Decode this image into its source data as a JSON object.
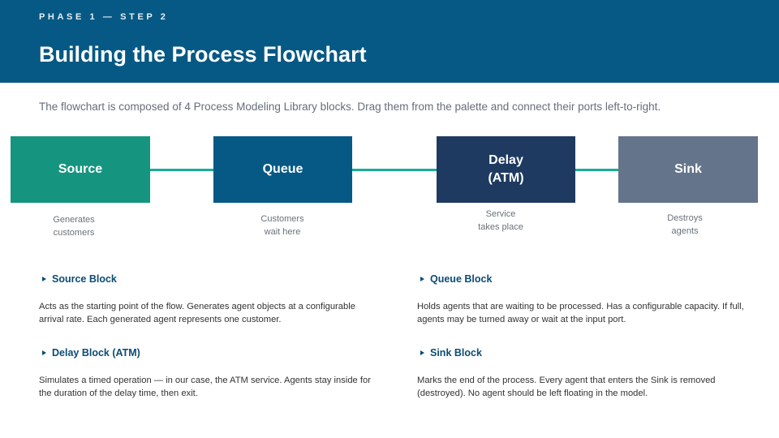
{
  "header": {
    "kicker": "PHASE 1 — STEP 2",
    "title": "Building the Process Flowchart"
  },
  "intro": "The flowchart is composed of 4 Process Modeling Library blocks. Drag them from the palette and connect their ports left-to-right.",
  "flow": {
    "connector_color": "#1aae93",
    "blocks": [
      {
        "label": "Source",
        "caption": "Generates\ncustomers",
        "color": "#15957f"
      },
      {
        "label": "Queue",
        "caption": "Customers\nwait here",
        "color": "#065984"
      },
      {
        "label": "Delay\n(ATM)",
        "caption": "Service\ntakes place",
        "color": "#1e3a60"
      },
      {
        "label": "Sink",
        "caption": "Destroys\nagents",
        "color": "#64748b"
      }
    ]
  },
  "details": [
    {
      "heading": "Source Block",
      "body": "Acts as the starting point of the flow. Generates agent objects at a configurable arrival rate. Each generated agent represents one customer."
    },
    {
      "heading": "Queue Block",
      "body": "Holds agents that are waiting to be processed. Has a configurable capacity. If full, agents may be turned away or wait at the input port."
    },
    {
      "heading": "Delay Block (ATM)",
      "body": "Simulates a timed operation — in our case, the ATM service. Agents stay inside for the duration of the delay time, then exit."
    },
    {
      "heading": "Sink Block",
      "body": "Marks the end of the process. Every agent that enters the Sink is removed (destroyed). No agent should be left floating in the model."
    }
  ]
}
